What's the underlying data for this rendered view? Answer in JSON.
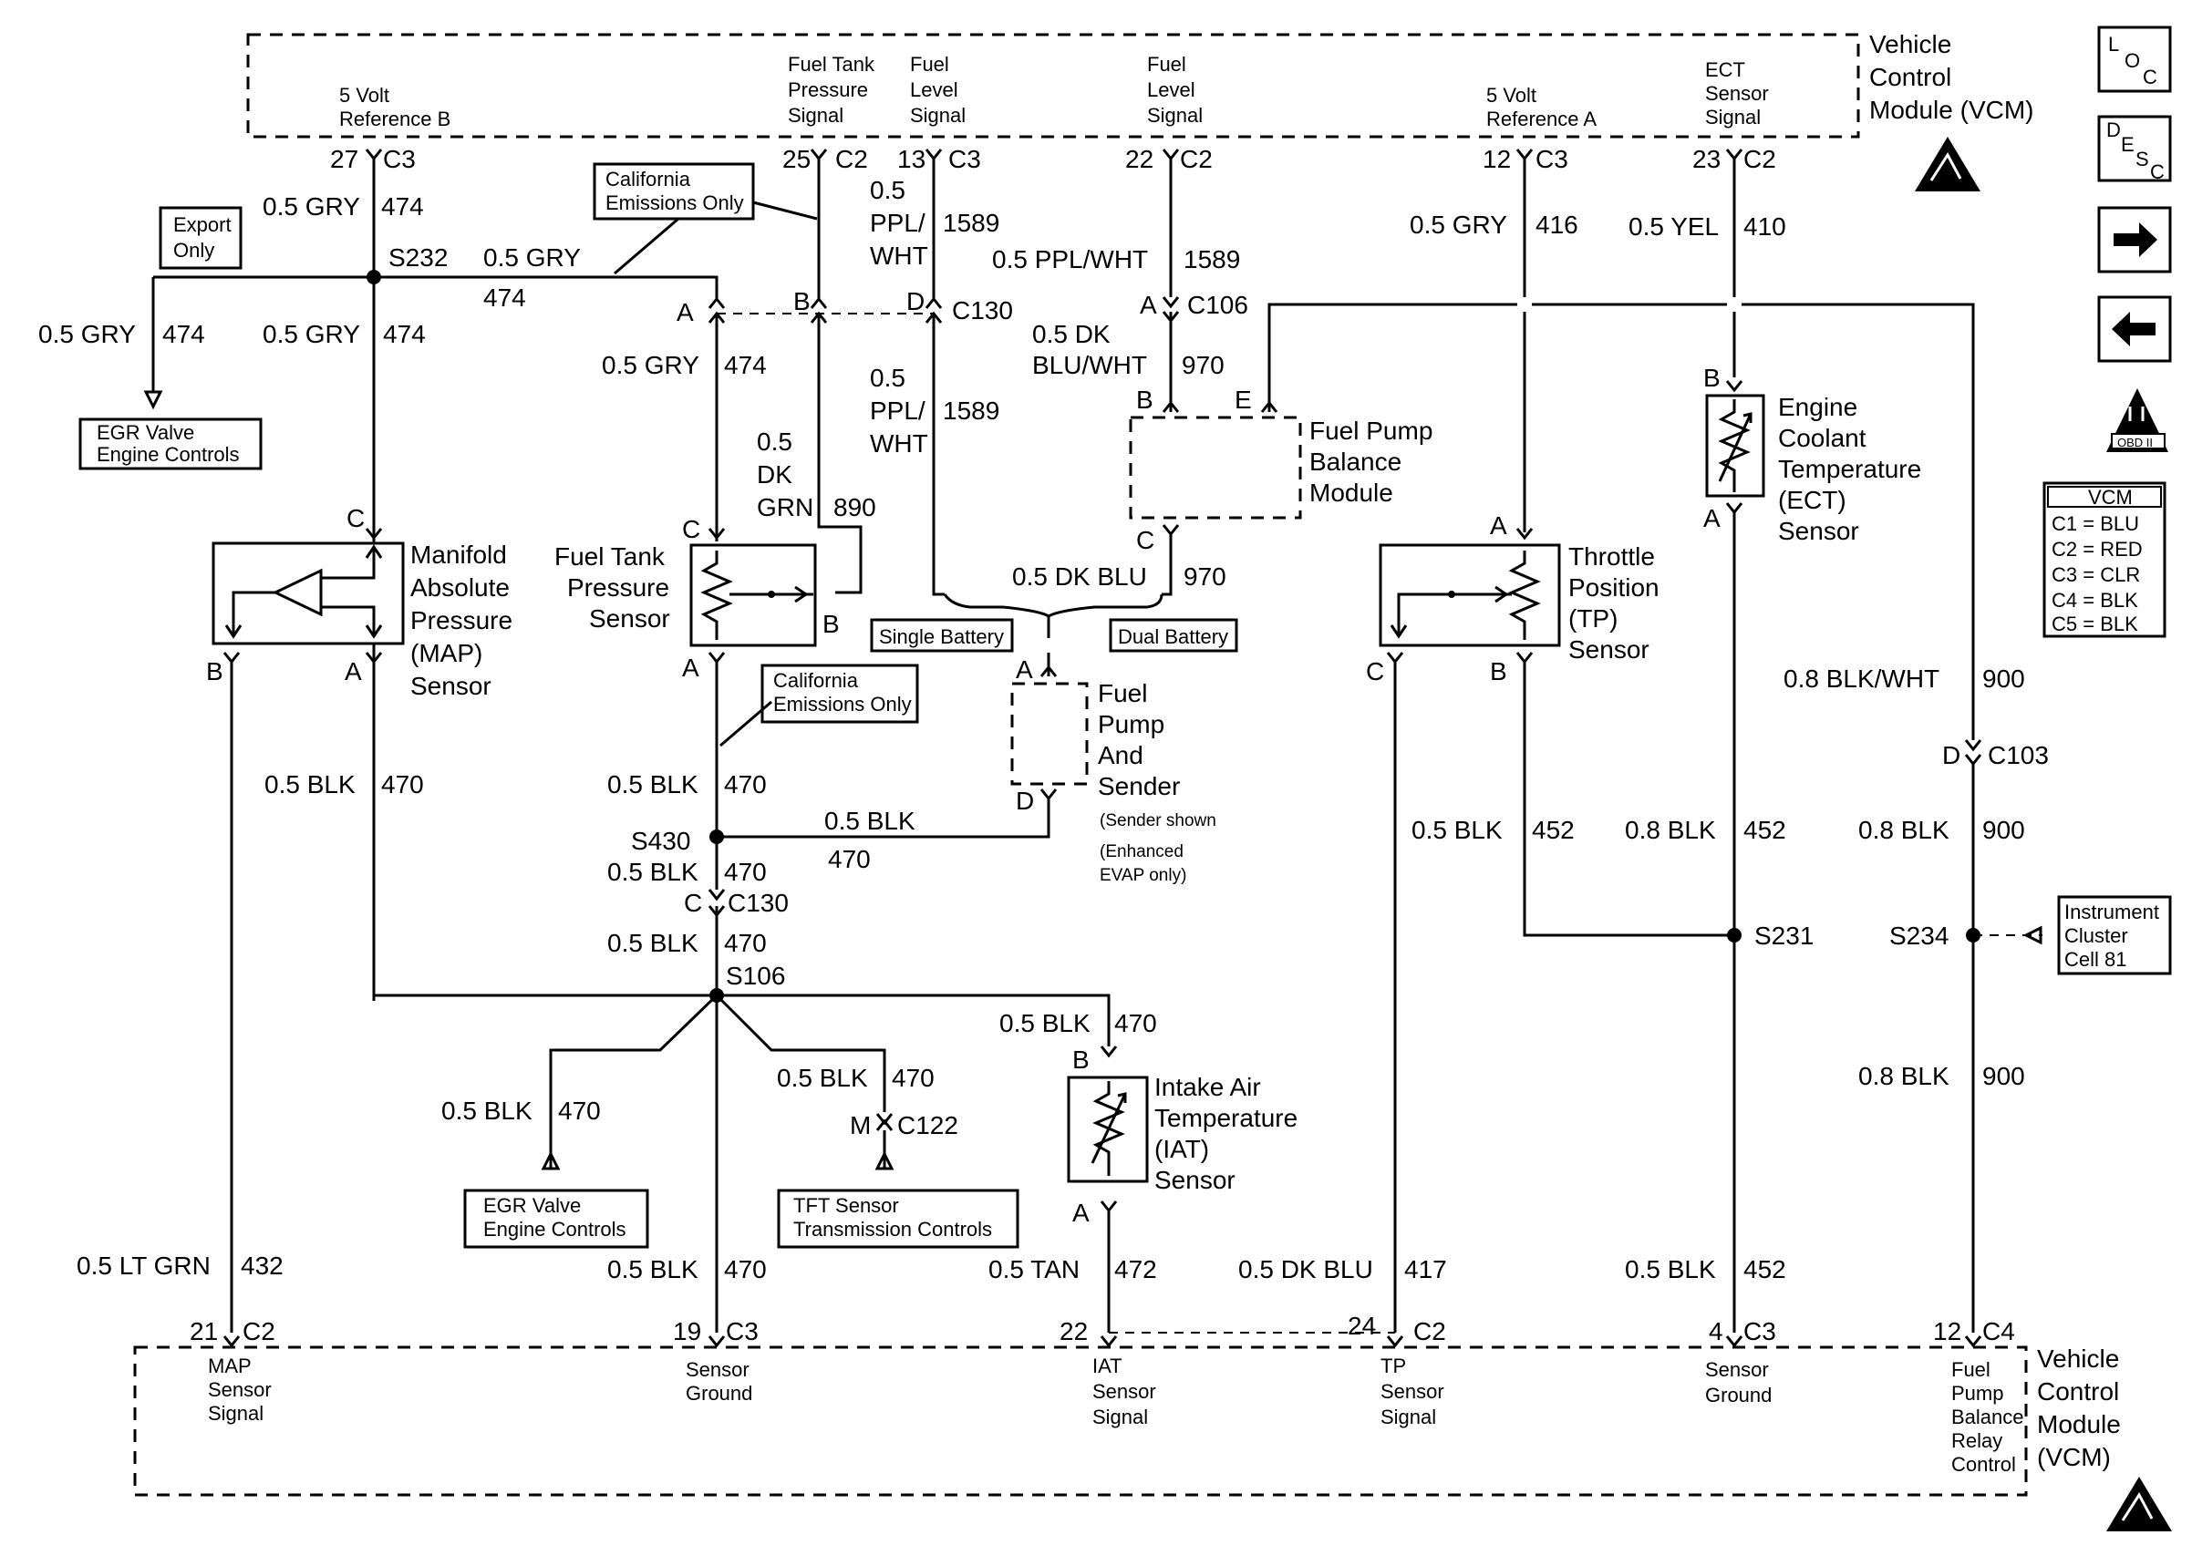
{
  "vcm_top": {
    "title": [
      "Vehicle",
      "Control",
      "Module (VCM)"
    ],
    "pins": [
      {
        "num": "27",
        "conn": "C3",
        "label": [
          "5 Volt",
          "Reference B"
        ]
      },
      {
        "num": "25",
        "conn": "C2",
        "label": [
          "Fuel Tank",
          "Pressure",
          "Signal"
        ]
      },
      {
        "num": "13",
        "conn": "C3",
        "label": [
          "Fuel",
          "Level",
          "Signal"
        ]
      },
      {
        "num": "22",
        "conn": "C2",
        "label": [
          "Fuel",
          "Level",
          "Signal"
        ]
      },
      {
        "num": "12",
        "conn": "C3",
        "label": [
          "5 Volt",
          "Reference A"
        ]
      },
      {
        "num": "23",
        "conn": "C2",
        "label": [
          "ECT",
          "Sensor",
          "Signal"
        ]
      }
    ]
  },
  "vcm_bottom": {
    "title": [
      "Vehicle",
      "Control",
      "Module",
      "(VCM)"
    ],
    "pins": [
      {
        "num": "21",
        "conn": "C2",
        "label": [
          "MAP",
          "Sensor",
          "Signal"
        ]
      },
      {
        "num": "19",
        "conn": "C3",
        "label": [
          "Sensor",
          "Ground"
        ]
      },
      {
        "num": "22",
        "conn": "",
        "label": [
          "IAT",
          "Sensor",
          "Signal"
        ]
      },
      {
        "num": "24",
        "conn": "C2",
        "label": [
          "TP",
          "Sensor",
          "Signal"
        ]
      },
      {
        "num": "4",
        "conn": "C3",
        "label": [
          "Sensor",
          "Ground"
        ]
      },
      {
        "num": "12",
        "conn": "C4",
        "label": [
          "Fuel",
          "Pump",
          "Balance",
          "Relay",
          "Control"
        ]
      }
    ]
  },
  "wires": [
    {
      "gauge": "0.5 GRY",
      "circuit": "474"
    },
    {
      "gauge": "0.5 GRY",
      "circuit": "474"
    },
    {
      "gauge": "0.5 GRY",
      "circuit": "474"
    },
    {
      "gauge": "0.5 GRY",
      "circuit": "474"
    },
    {
      "gauge": "0.5 GRY",
      "circuit": "474"
    },
    {
      "gauge": "0.5",
      "gauge2": "PPL/",
      "gauge3": "WHT",
      "circuit": "1589"
    },
    {
      "gauge": "0.5 PPL/WHT",
      "circuit": "1589"
    },
    {
      "gauge": "0.5",
      "gauge2": "PPL/",
      "gauge3": "WHT",
      "circuit": "1589"
    },
    {
      "gauge": "0.5",
      "gauge2": "DK",
      "gauge3": "GRN",
      "circuit": "890"
    },
    {
      "gauge": "0.5 DK",
      "gauge2": "BLU/WHT",
      "circuit": "970"
    },
    {
      "gauge": "0.5 DK BLU",
      "circuit": "970"
    },
    {
      "gauge": "0.5 GRY",
      "circuit": "416"
    },
    {
      "gauge": "0.5 YEL",
      "circuit": "410"
    },
    {
      "gauge": "0.5 BLK",
      "circuit": "470"
    },
    {
      "gauge": "0.5 BLK",
      "circuit": "470"
    },
    {
      "gauge": "0.5 BLK",
      "circuit": "470"
    },
    {
      "gauge": "0.5 BLK",
      "circuit": "470"
    },
    {
      "gauge": "0.5 BLK",
      "circuit": "470"
    },
    {
      "gauge": "0.5 BLK",
      "circuit": "470"
    },
    {
      "gauge": "0.5 BLK",
      "circuit": "470"
    },
    {
      "gauge": "0.5 BLK",
      "circuit": "470"
    },
    {
      "gauge": "0.5 BLK",
      "circuit": "470"
    },
    {
      "gauge": "0.5 LT GRN",
      "circuit": "432"
    },
    {
      "gauge": "0.5 TAN",
      "circuit": "472"
    },
    {
      "gauge": "0.5 DK BLU",
      "circuit": "417"
    },
    {
      "gauge": "0.5 BLK",
      "circuit": "452"
    },
    {
      "gauge": "0.8 BLK",
      "circuit": "452"
    },
    {
      "gauge": "0.5 BLK",
      "circuit": "452"
    },
    {
      "gauge": "0.8 BLK/WHT",
      "circuit": "900"
    },
    {
      "gauge": "0.8 BLK",
      "circuit": "900"
    },
    {
      "gauge": "0.8 BLK",
      "circuit": "900"
    },
    {
      "gauge": "0.5 BLK",
      "circuit": "470"
    }
  ],
  "splices": [
    "S232",
    "S430",
    "S106",
    "S231",
    "S234"
  ],
  "connectors": [
    "C130",
    "C106",
    "C130",
    "C103",
    "C122"
  ],
  "components": {
    "map": [
      "Manifold",
      "Absolute",
      "Pressure",
      "(MAP)",
      "Sensor"
    ],
    "ftp": [
      "Fuel Tank",
      "Pressure",
      "Sensor"
    ],
    "fpbm": [
      "Fuel Pump",
      "Balance",
      "Module"
    ],
    "fps": [
      "Fuel",
      "Pump",
      "And",
      "Sender"
    ],
    "fps_note": [
      "(Sender shown",
      "(Enhanced",
      "EVAP only)"
    ],
    "tp": [
      "Throttle",
      "Position",
      "(TP)",
      "Sensor"
    ],
    "ect": [
      "Engine",
      "Coolant",
      "Temperature",
      "(ECT)",
      "Sensor"
    ],
    "iat": [
      "Intake Air",
      "Temperature",
      "(IAT)",
      "Sensor"
    ]
  },
  "boxes": {
    "export": [
      "Export",
      "Only"
    ],
    "egr1": [
      "EGR Valve",
      "Engine Controls"
    ],
    "ca1": [
      "California",
      "Emissions Only"
    ],
    "ca2": [
      "California",
      "Emissions Only"
    ],
    "single_battery": "Single Battery",
    "dual_battery": "Dual Battery",
    "egr2": [
      "EGR Valve",
      "Engine Controls"
    ],
    "tft": [
      "TFT Sensor",
      "Transmission Controls"
    ],
    "instrument": [
      "Instrument",
      "Cluster",
      "Cell 81"
    ]
  },
  "vcm_legend": {
    "title": "VCM",
    "rows": [
      "C1 = BLU",
      "C2 = RED",
      "C3 = CLR",
      "C4 = BLK",
      "C5 = BLK"
    ]
  },
  "side_icons": {
    "loc": [
      "L",
      "O",
      "C"
    ],
    "desc": [
      "D",
      "E",
      "S",
      "C"
    ],
    "obd": "OBD II"
  }
}
